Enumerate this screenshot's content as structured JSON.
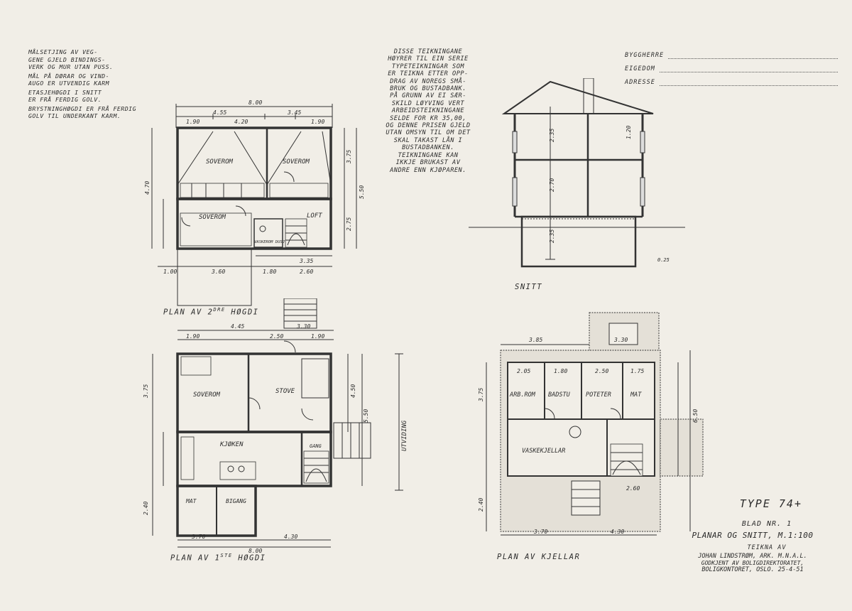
{
  "notes": {
    "left": [
      "MÅLSETJING AV VEG-",
      "GENE GJELD BINDINGS-",
      "VERK OG MUR UTAN PUSS.",
      "MÅL PÅ DØRAR OG VIND-",
      "AUGO ER UTVENDIG KARM",
      "ETASJEHØGDI I SNITT",
      "ER FRÅ FERDIG GOLV.",
      "BRYSTNINGHØGDI ER FRÅ FERDIG",
      "GOLV TIL UNDERKANT KARM."
    ],
    "center": [
      "DISSE TEIKNINGANE",
      "HØYRER TIL EIN SERIE",
      "TYPETEIKNINGAR SOM",
      "ER TEIKNA ETTER OPP-",
      "DRAG AV NOREGS SMÅ-",
      "BRUK OG BUSTADBANK.",
      "PÅ GRUNN AV EI SÆR-",
      "SKILD LØYVING VERT",
      "ARBEIDSTEIKNINGANE",
      "SELDE FOR KR 35,00,",
      "OG DENNE PRISEN GJELD",
      "UTAN OMSYN TIL OM DET",
      "SKAL TAKAST LÅN I",
      "BUSTADBANKEN.",
      "TEIKNINGANE KAN",
      "IKKJE BRUKAST AV",
      "ANDRE ENN KJØPAREN."
    ]
  },
  "fields": [
    {
      "label": "BYGGHERRE"
    },
    {
      "label": "EIGEDOM"
    },
    {
      "label": "ADRESSE"
    }
  ],
  "plans": {
    "second_floor": {
      "title": "PLAN AV 2",
      "title_sup": "DRE",
      "title_end": " HØGDI",
      "rooms": [
        "SOVEROM",
        "SOVEROM",
        "SOVEROM",
        "LOFT",
        "VASKEROM DUSJ"
      ],
      "dims_top": [
        "8.00",
        "4.55",
        "3.45",
        "1.90",
        "4.20",
        "1.90"
      ],
      "dims_bottom": [
        "1.00",
        "3.60",
        "1.80",
        "2.60",
        "3.35"
      ],
      "dims_side": [
        "4.70",
        "3.75",
        "5.50",
        "2.75"
      ]
    },
    "section": {
      "title": "SNITT",
      "dims": [
        "2.35",
        "2.70",
        "2.35",
        "1.20",
        "0.25"
      ]
    },
    "first_floor": {
      "title": "PLAN AV 1",
      "title_sup": "STE",
      "title_end": " HØGDI",
      "rooms": [
        "SOVEROM",
        "STOVE",
        "KJØKEN",
        "GANG",
        "MAT",
        "BIGANG"
      ],
      "side_label": "UTVIDING",
      "dims_top": [
        "4.45",
        "3.30",
        "1.90",
        "2.50",
        "1.90"
      ],
      "dims_bottom": [
        "3.70",
        "4.30",
        "8.00"
      ],
      "dims_side": [
        "3.75",
        "4.50",
        "5.50",
        "2.40"
      ]
    },
    "basement": {
      "title": "PLAN AV KJELLAR",
      "rooms": [
        "ARB.ROM",
        "BADSTU",
        "POTETER",
        "MAT",
        "VASKEKJELLAR"
      ],
      "dims_top": [
        "3.85",
        "3.30",
        "2.05",
        "1.80",
        "2.50",
        "1.75"
      ],
      "dims_bottom": [
        "3.70",
        "4.30",
        "2.60"
      ],
      "dims_side": [
        "3.75",
        "6.50",
        "2.40"
      ]
    }
  },
  "title_block": {
    "type": "TYPE 74+",
    "sheet": "BLAD NR. 1",
    "description": "PLANAR OG SNITT, M.1:100",
    "drawn_by_label": "TEIKNA AV",
    "architect": "JOHAN LINDSTRØM, ARK. M.N.A.L.",
    "approved": "GODKJENT AV BOLIGDIREKTORATET,",
    "office": "BOLIGKONTORET, OSLO. 25-4-51"
  }
}
